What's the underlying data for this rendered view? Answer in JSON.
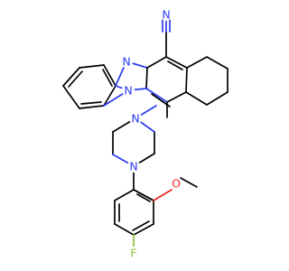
{
  "molecule": {
    "atoms": [
      {
        "id": "n-imidazole",
        "symbol": "N",
        "color": "#2b3cf0"
      },
      {
        "id": "n-bridge",
        "symbol": "N",
        "color": "#2b3cf0"
      },
      {
        "id": "n-nitrile",
        "symbol": "N",
        "color": "#2b3cf0"
      },
      {
        "id": "n-piperazine-1",
        "symbol": "N",
        "color": "#2b3cf0"
      },
      {
        "id": "n-piperazine-4",
        "symbol": "N",
        "color": "#2b3cf0"
      },
      {
        "id": "o-methoxy",
        "symbol": "O",
        "color": "#e8281e"
      },
      {
        "id": "f-fluoro",
        "symbol": "F",
        "color": "#8fc23a"
      }
    ],
    "bond_color": "#000000"
  }
}
